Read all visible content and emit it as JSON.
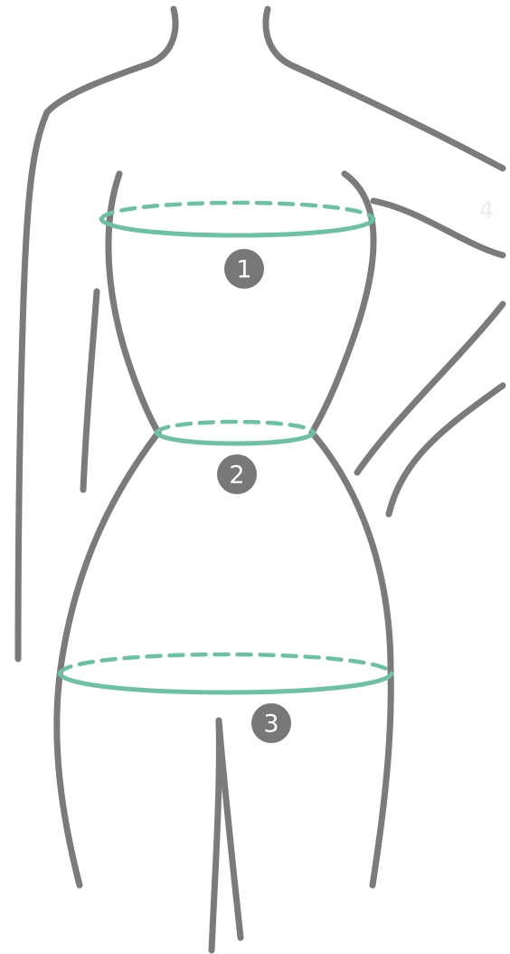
{
  "colors": {
    "body_outline": "#7d7b79",
    "measure_line": "#6cc1a5",
    "marker_fill": "#7a7876",
    "marker_text": "#ffffff",
    "faint_label": "#ededed",
    "background": "#ffffff"
  },
  "markers": {
    "bust": "1",
    "waist": "2",
    "hips": "3",
    "arm_partial": "4"
  }
}
